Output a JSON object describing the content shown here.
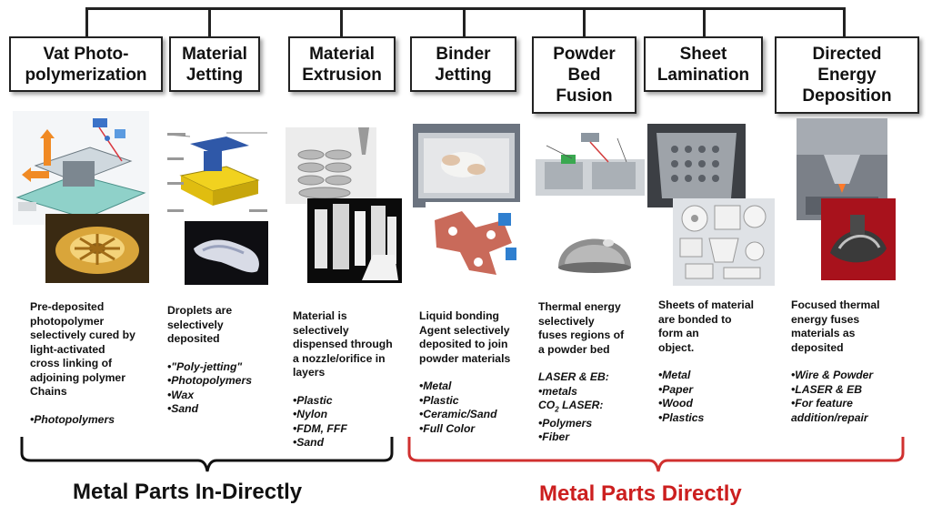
{
  "categories": [
    {
      "id": "vat",
      "lines": [
        "Vat Photo-",
        "polymerization"
      ]
    },
    {
      "id": "jet",
      "lines": [
        "Material",
        "Jetting"
      ]
    },
    {
      "id": "ext",
      "lines": [
        "Material",
        "Extrusion"
      ]
    },
    {
      "id": "bind",
      "lines": [
        "Binder",
        "Jetting"
      ]
    },
    {
      "id": "pbf",
      "lines": [
        "Powder",
        "Bed",
        "Fusion"
      ]
    },
    {
      "id": "sheet",
      "lines": [
        "Sheet",
        "Lamination"
      ]
    },
    {
      "id": "ded",
      "lines": [
        "Directed",
        "Energy",
        "Deposition"
      ]
    }
  ],
  "descriptions": {
    "vat": {
      "text": [
        "Pre-deposited",
        "photopolymer",
        "selectively cured by",
        "light-activated",
        "cross linking of",
        "adjoining polymer",
        "Chains"
      ],
      "materials": [
        "•Photopolymers"
      ]
    },
    "jet": {
      "text": [
        "Droplets are",
        "selectively",
        "deposited"
      ],
      "materials": [
        "•\"Poly-jetting\"",
        "•Photopolymers",
        "•Wax",
        "•Sand"
      ]
    },
    "ext": {
      "text": [
        "Material is",
        "selectively",
        "dispensed through",
        "a nozzle/orifice in",
        "layers"
      ],
      "materials": [
        "•Plastic",
        "•Nylon",
        "•FDM, FFF",
        "•Sand"
      ]
    },
    "bind": {
      "text": [
        "Liquid bonding",
        "Agent selectively",
        "deposited to join",
        "powder materials"
      ],
      "materials": [
        "•Metal",
        "•Plastic",
        "•Ceramic/Sand",
        "•Full Color"
      ]
    },
    "pbf": {
      "text": [
        "Thermal energy",
        "selectively",
        "fuses regions of",
        "a powder bed"
      ],
      "laser_eb": "LASER & EB:",
      "laser_eb_items": [
        "•metals"
      ],
      "co2_prefix": "CO",
      "co2_sub": "2",
      "co2_suffix": " LASER:",
      "co2_items": [
        "•Polymers",
        "•Fiber"
      ]
    },
    "sheet": {
      "text": [
        "Sheets of material",
        "are bonded to",
        "form an",
        "object."
      ],
      "materials": [
        "•Metal",
        "•Paper",
        "•Wood",
        "•Plastics"
      ]
    },
    "ded": {
      "text": [
        "Focused thermal",
        "energy fuses",
        "materials as",
        "deposited"
      ],
      "materials": [
        "•Wire & Powder",
        "•LASER & EB",
        "•For feature",
        "addition/repair"
      ]
    }
  },
  "groups": {
    "indirect": {
      "label": "Metal Parts In-Directly",
      "color": "#111111"
    },
    "direct": {
      "label": "Metal Parts Directly",
      "color": "#cc1f1f"
    }
  },
  "colors": {
    "bracket_direct": "#d0302f",
    "bracket_indirect": "#111111"
  }
}
